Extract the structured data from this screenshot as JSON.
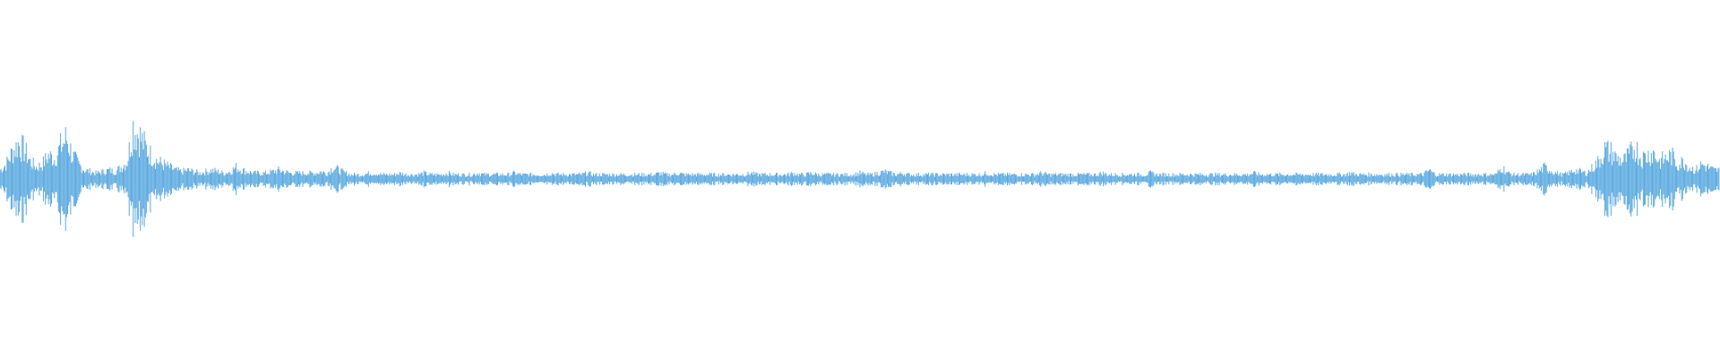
{
  "waveform": {
    "color": "#5aa9e0",
    "samples": [
      0.06,
      0.1,
      0.18,
      0.24,
      0.2,
      0.12,
      0.08,
      0.1,
      0.16,
      0.14,
      0.22,
      0.28,
      0.16,
      0.1,
      0.06,
      0.05,
      0.04,
      0.05,
      0.06,
      0.05,
      0.08,
      0.12,
      0.36,
      0.3,
      0.22,
      0.16,
      0.12,
      0.1,
      0.08,
      0.06,
      0.05,
      0.06,
      0.05,
      0.04,
      0.05,
      0.06,
      0.05,
      0.04,
      0.05,
      0.08,
      0.06,
      0.05,
      0.04,
      0.04,
      0.04,
      0.05,
      0.06,
      0.05,
      0.04,
      0.04,
      0.04,
      0.04,
      0.04,
      0.05,
      0.04,
      0.08,
      0.06,
      0.04,
      0.03,
      0.03,
      0.03,
      0.04,
      0.04,
      0.03,
      0.03,
      0.03,
      0.04,
      0.03,
      0.03,
      0.03,
      0.04,
      0.03,
      0.03,
      0.03,
      0.04,
      0.03,
      0.03,
      0.03,
      0.03,
      0.04,
      0.03,
      0.03,
      0.03,
      0.03,
      0.03,
      0.04,
      0.03,
      0.03,
      0.03,
      0.03,
      0.03,
      0.04,
      0.03,
      0.03,
      0.03,
      0.03,
      0.03,
      0.04,
      0.03,
      0.03,
      0.03,
      0.03,
      0.03,
      0.03,
      0.03,
      0.03,
      0.03,
      0.03,
      0.03,
      0.04,
      0.03,
      0.03,
      0.04,
      0.03,
      0.03,
      0.03,
      0.03,
      0.03,
      0.03,
      0.03,
      0.03,
      0.03,
      0.03,
      0.03,
      0.04,
      0.03,
      0.03,
      0.03,
      0.03,
      0.03,
      0.03,
      0.04,
      0.03,
      0.03,
      0.04,
      0.03,
      0.03,
      0.03,
      0.03,
      0.03,
      0.03,
      0.03,
      0.04,
      0.03,
      0.03,
      0.04,
      0.05,
      0.04,
      0.03,
      0.04,
      0.03,
      0.03,
      0.03,
      0.03,
      0.03,
      0.03,
      0.03,
      0.03,
      0.03,
      0.03,
      0.03,
      0.03,
      0.03,
      0.04,
      0.03,
      0.03,
      0.03,
      0.03,
      0.03,
      0.03,
      0.03,
      0.03,
      0.04,
      0.03,
      0.03,
      0.03,
      0.03,
      0.03,
      0.03,
      0.03,
      0.03,
      0.03,
      0.04,
      0.03,
      0.03,
      0.03,
      0.03,
      0.03,
      0.03,
      0.03,
      0.04,
      0.03,
      0.03,
      0.03,
      0.03,
      0.03,
      0.03,
      0.03,
      0.03,
      0.03,
      0.03,
      0.03,
      0.03,
      0.03,
      0.03,
      0.03,
      0.03,
      0.04,
      0.03,
      0.03,
      0.03,
      0.03,
      0.03,
      0.03,
      0.03,
      0.03,
      0.03,
      0.03,
      0.03,
      0.03,
      0.03,
      0.03,
      0.03,
      0.04,
      0.03,
      0.03,
      0.03,
      0.03,
      0.03,
      0.03,
      0.03,
      0.03,
      0.03,
      0.03,
      0.03,
      0.03,
      0.06,
      0.03,
      0.03,
      0.03,
      0.03,
      0.03,
      0.03,
      0.03,
      0.03,
      0.03,
      0.03,
      0.03,
      0.08,
      0.04,
      0.03,
      0.03,
      0.03,
      0.03,
      0.05,
      0.08,
      0.06,
      0.04,
      0.03,
      0.04,
      0.06,
      0.05,
      0.04,
      0.08,
      0.12,
      0.2,
      0.18,
      0.14,
      0.12,
      0.16,
      0.22,
      0.14,
      0.16,
      0.18,
      0.12,
      0.14,
      0.16,
      0.1,
      0.12,
      0.08,
      0.06,
      0.1,
      0.08,
      0.06
    ]
  }
}
